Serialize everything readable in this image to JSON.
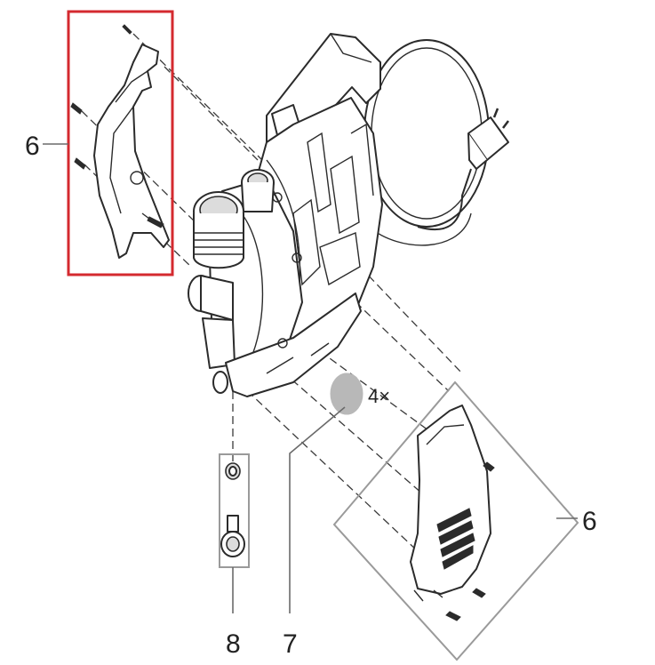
{
  "highlight_color": "#d42a2f",
  "callouts": {
    "left_cover": "6",
    "right_cover": "6",
    "quantity": "4×",
    "drain_plug": "8",
    "foot": "7"
  }
}
